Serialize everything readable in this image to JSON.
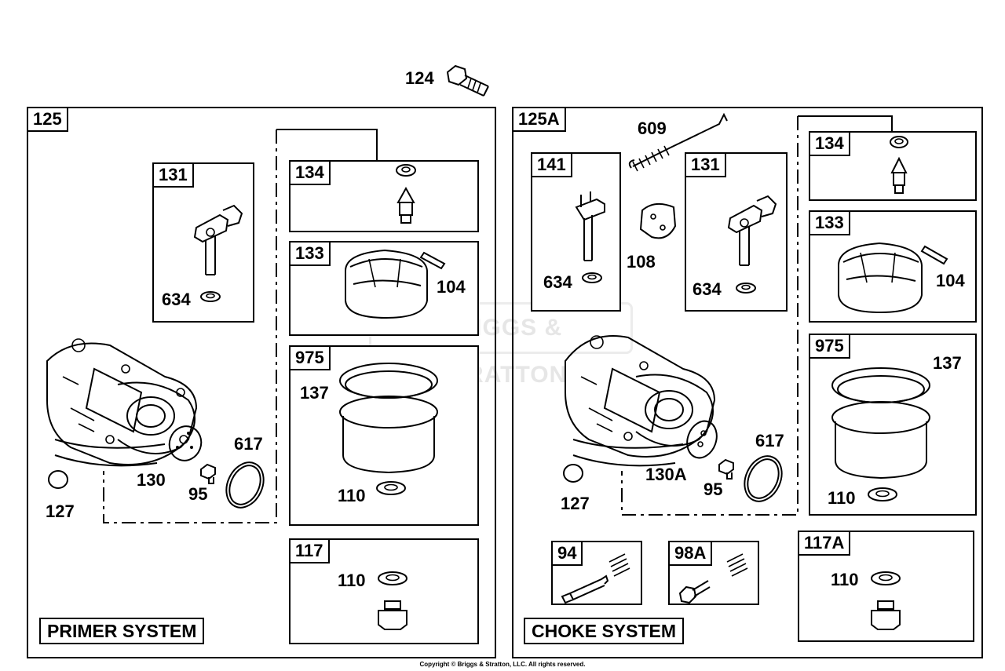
{
  "top_part": "124",
  "left_panel": {
    "tag": "125",
    "system_label": "PRIMER SYSTEM",
    "kit_131": {
      "tag": "131",
      "parts": [
        "634"
      ]
    },
    "kit_134": {
      "tag": "134"
    },
    "kit_133": {
      "tag": "133",
      "parts": [
        "104"
      ]
    },
    "kit_975": {
      "tag": "975",
      "parts": [
        "137",
        "110"
      ]
    },
    "kit_117": {
      "tag": "117",
      "parts": [
        "110"
      ]
    },
    "loose_parts": [
      "130",
      "95",
      "617",
      "127"
    ]
  },
  "right_panel": {
    "tag": "125A",
    "system_label": "CHOKE SYSTEM",
    "kit_141": {
      "tag": "141",
      "parts": [
        "634"
      ]
    },
    "kit_131": {
      "tag": "131",
      "parts": [
        "634"
      ]
    },
    "kit_134": {
      "tag": "134"
    },
    "kit_133": {
      "tag": "133",
      "parts": [
        "104"
      ]
    },
    "kit_975": {
      "tag": "975",
      "parts": [
        "137",
        "110"
      ]
    },
    "kit_117A": {
      "tag": "117A",
      "parts": [
        "110"
      ]
    },
    "kit_94": {
      "tag": "94"
    },
    "kit_98A": {
      "tag": "98A"
    },
    "loose_parts": [
      "609",
      "108",
      "130A",
      "95",
      "617",
      "127"
    ]
  },
  "watermark": "BRIGGS & STRATTON",
  "copyright": "Copyright © Briggs & Stratton, LLC. All rights reserved."
}
